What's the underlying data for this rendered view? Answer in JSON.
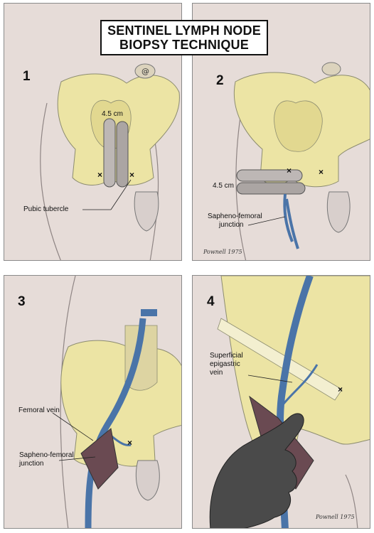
{
  "title": {
    "line1": "SENTINEL LYMPH NODE",
    "line2": "BIOPSY TECHNIQUE"
  },
  "panels": [
    {
      "number": "1",
      "labels": {
        "measure": "4.5 cm",
        "pubic_tubercle": "Pubic tubercle"
      },
      "marks": [
        "×",
        "×"
      ]
    },
    {
      "number": "2",
      "labels": {
        "measure": "4.5 cm",
        "junction_line1": "Sapheno-femoral",
        "junction_line2": "junction"
      },
      "marks": [
        "×",
        "×"
      ],
      "signature": "Pownell 1975"
    },
    {
      "number": "3",
      "labels": {
        "femoral_vein": "Femoral vein",
        "junction_line1": "Sapheno-femoral",
        "junction_line2": "junction"
      },
      "marks": [
        "×"
      ]
    },
    {
      "number": "4",
      "labels": {
        "vein_line1": "Superficial",
        "vein_line2": "epigastric",
        "vein_line3": "vein"
      },
      "marks": [
        "×"
      ],
      "signature": "Pownell 1975"
    }
  ],
  "colors": {
    "skin": "#e6dcd8",
    "bone": "#ece4a4",
    "vein": "#4a74a8",
    "outline": "#6d6d6d",
    "wound": "#6a4a52"
  }
}
